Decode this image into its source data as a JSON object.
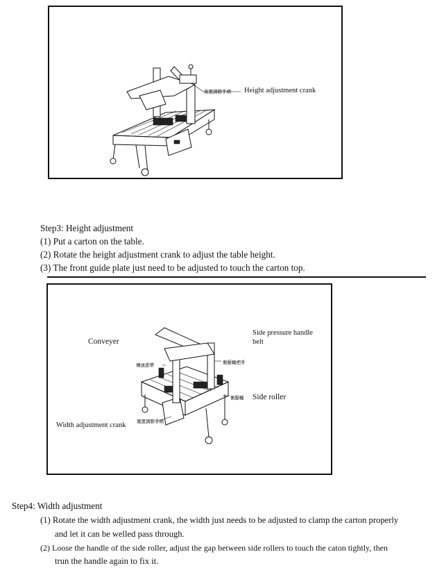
{
  "figure1": {
    "label_zh": "高度調節手柄",
    "label_en": "Height adjustment crank"
  },
  "step3": {
    "title": "Step3: Height adjustment",
    "items": [
      "(1) Put a carton on the table.",
      "(2) Rotate the height adjustment crank to adjust the table height.",
      "(3) The front guide plate just need to be adjusted to touch the carton top."
    ]
  },
  "figure2": {
    "conveyer": "Conveyer",
    "side_pressure_1": "Side pressure handle",
    "side_pressure_2": "belt",
    "zh_belt": "傳送皮帶",
    "zh_handle": "側壓輪把手",
    "zh_roller": "側壓輪",
    "side_roller": "Side roller",
    "zh_width": "寬度調節手柄",
    "width_crank": "Width adjustment crank"
  },
  "step4": {
    "title": "Step4:  Width  adjustment",
    "item1_line1": "(1) Rotate the width adjustment crank, the width just needs to be adjusted to clamp the carton properly",
    "item1_line2": "and let it can be welled pass through.",
    "item2_line1": "(2) Loose the handle of the side roller, adjust the gap between side rollers to touch the caton tightly, then",
    "item2_line2": "trun the handle again to fix it."
  }
}
